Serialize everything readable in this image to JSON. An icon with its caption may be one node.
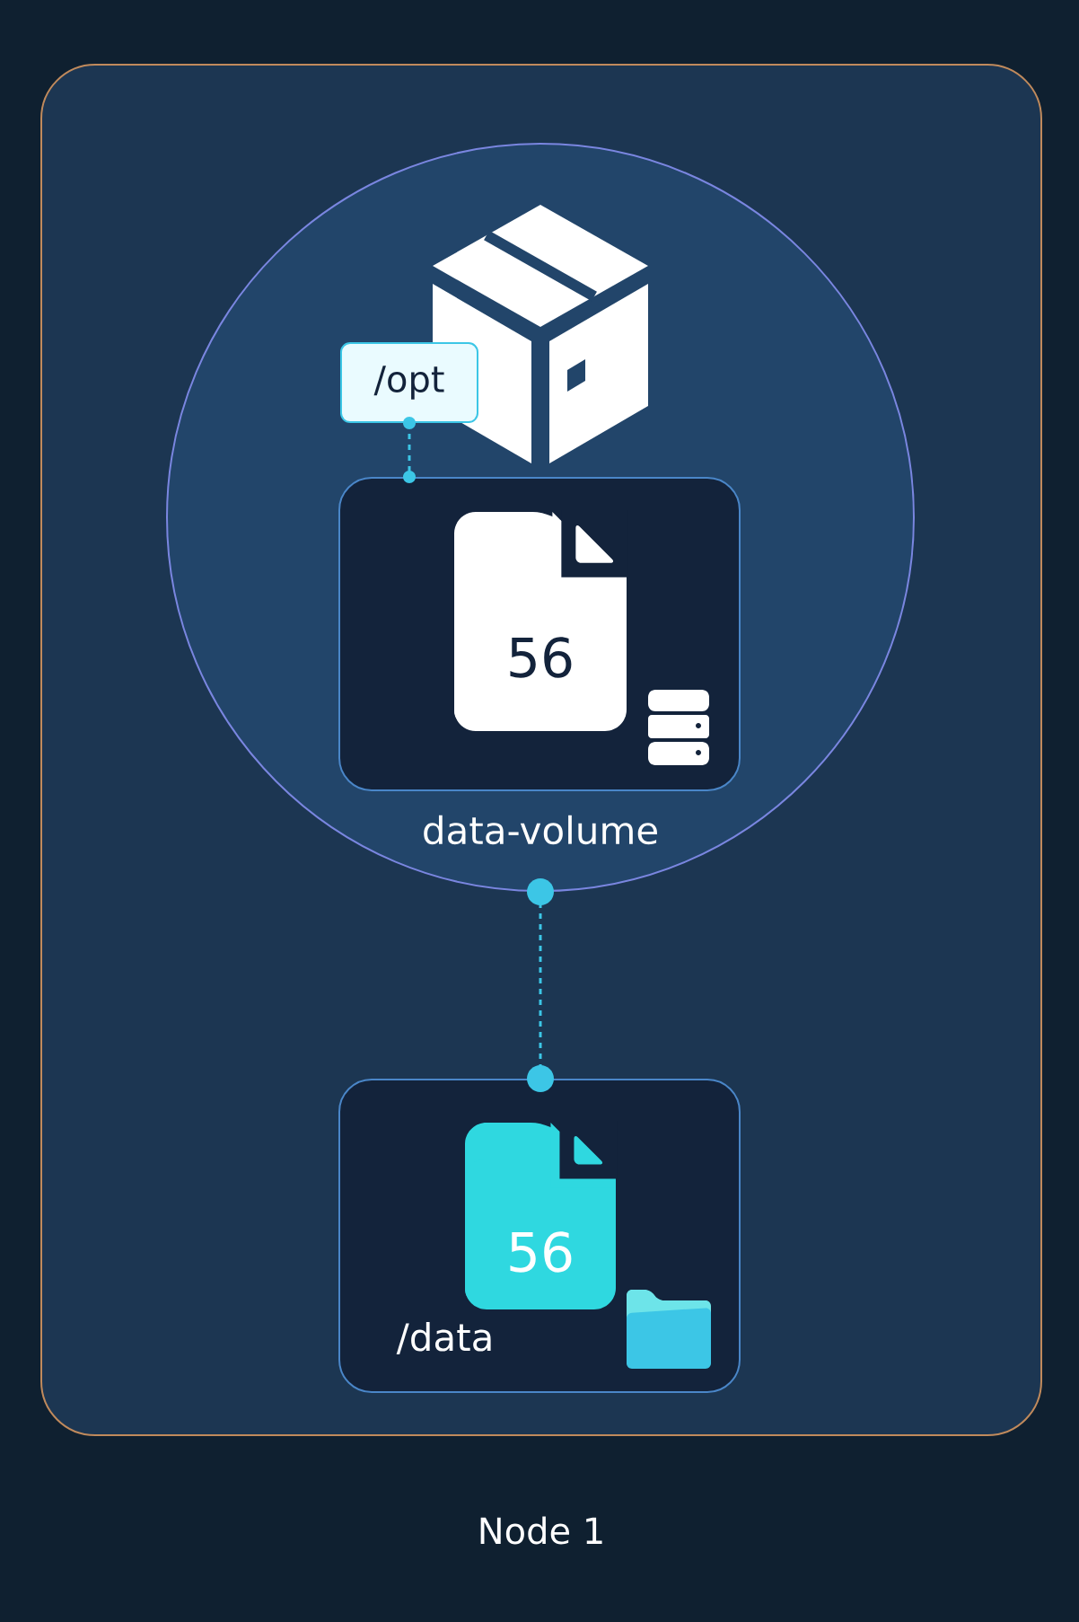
{
  "diagram": {
    "nodes": [
      {
        "text": [
          "Node 1"
        ]
      },
      {
        "text": [],
        "shape": "circle",
        "in": 0
      },
      {
        "text": [
          "/opt"
        ],
        "in": 1
      },
      {
        "text": [
          "56",
          "data-volume"
        ],
        "in": 1
      },
      {
        "text": [
          "56",
          "/data"
        ],
        "in": 0
      }
    ],
    "edges": [
      {
        "from": 2,
        "to": 3,
        "arrow": "other",
        "style": "dashed"
      },
      {
        "from": 1,
        "to": 4,
        "arrow": "other",
        "style": "dashed"
      }
    ]
  }
}
